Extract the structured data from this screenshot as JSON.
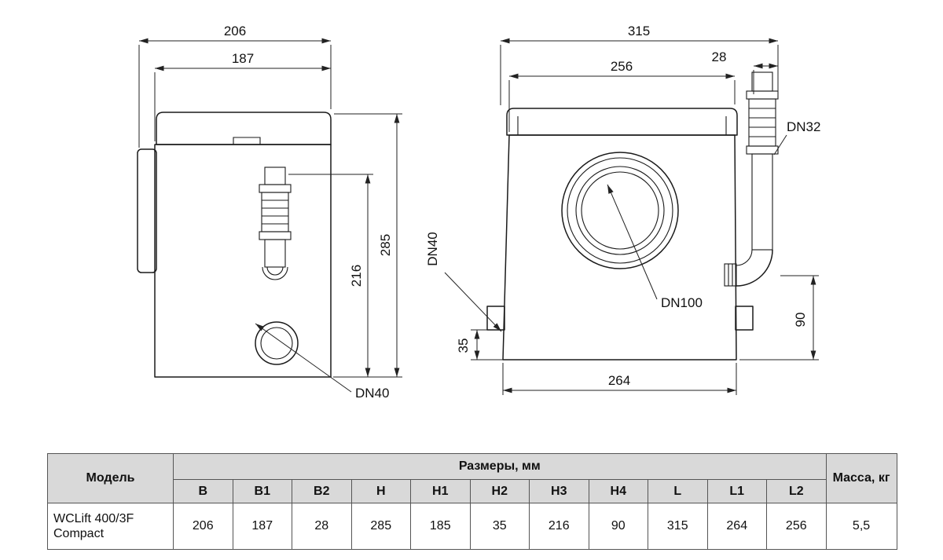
{
  "drawing": {
    "side_view": {
      "dim_width_outer": "206",
      "dim_width_body": "187",
      "dim_height_total": "285",
      "dim_height_outlet": "216",
      "outlet_label": "DN40"
    },
    "front_view": {
      "dim_width_total": "315",
      "dim_pipe_width": "28",
      "dim_width_top": "256",
      "dim_width_bottom": "264",
      "dim_elbow_height": "90",
      "dim_inlet_height": "35",
      "pipe_label": "DN32",
      "side_inlet_label": "DN40",
      "main_inlet_label": "DN100"
    }
  },
  "table": {
    "model_header": "Модель",
    "dims_header": "Размеры, мм",
    "mass_header": "Масса, кг",
    "columns": [
      "B",
      "B1",
      "B2",
      "H",
      "H1",
      "H2",
      "H3",
      "H4",
      "L",
      "L1",
      "L2"
    ],
    "rows": [
      {
        "model": "WCLift 400/3F Compact",
        "values": [
          "206",
          "187",
          "28",
          "285",
          "185",
          "35",
          "216",
          "90",
          "315",
          "264",
          "256"
        ],
        "mass": "5,5"
      }
    ]
  }
}
